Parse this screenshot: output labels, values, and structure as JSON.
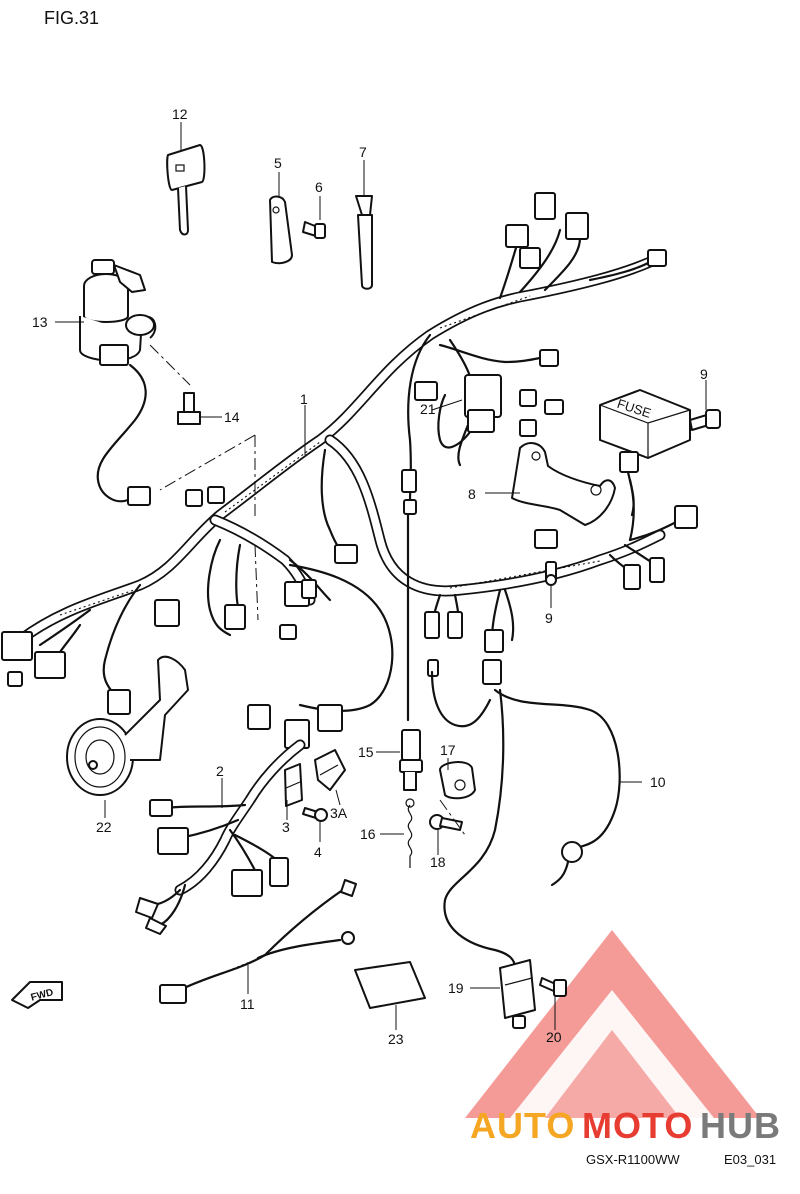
{
  "figure_label": "FIG.31",
  "model_code": "GSX-R1100WW",
  "diagram_code": "E03_031",
  "fwd_label": "FWD",
  "fuse_label": "FUSE",
  "watermark": {
    "auto": "AUTO",
    "moto": "MOTO",
    "hub": "HUB",
    "color_orange": "#f5a623",
    "color_red": "#e63c32",
    "color_gray": "#7a7a7a"
  },
  "callouts": [
    "1",
    "2",
    "3",
    "3A",
    "4",
    "5",
    "6",
    "7",
    "8",
    "9",
    "9",
    "10",
    "11",
    "12",
    "13",
    "14",
    "15",
    "16",
    "17",
    "18",
    "19",
    "20",
    "21",
    "22",
    "23"
  ]
}
